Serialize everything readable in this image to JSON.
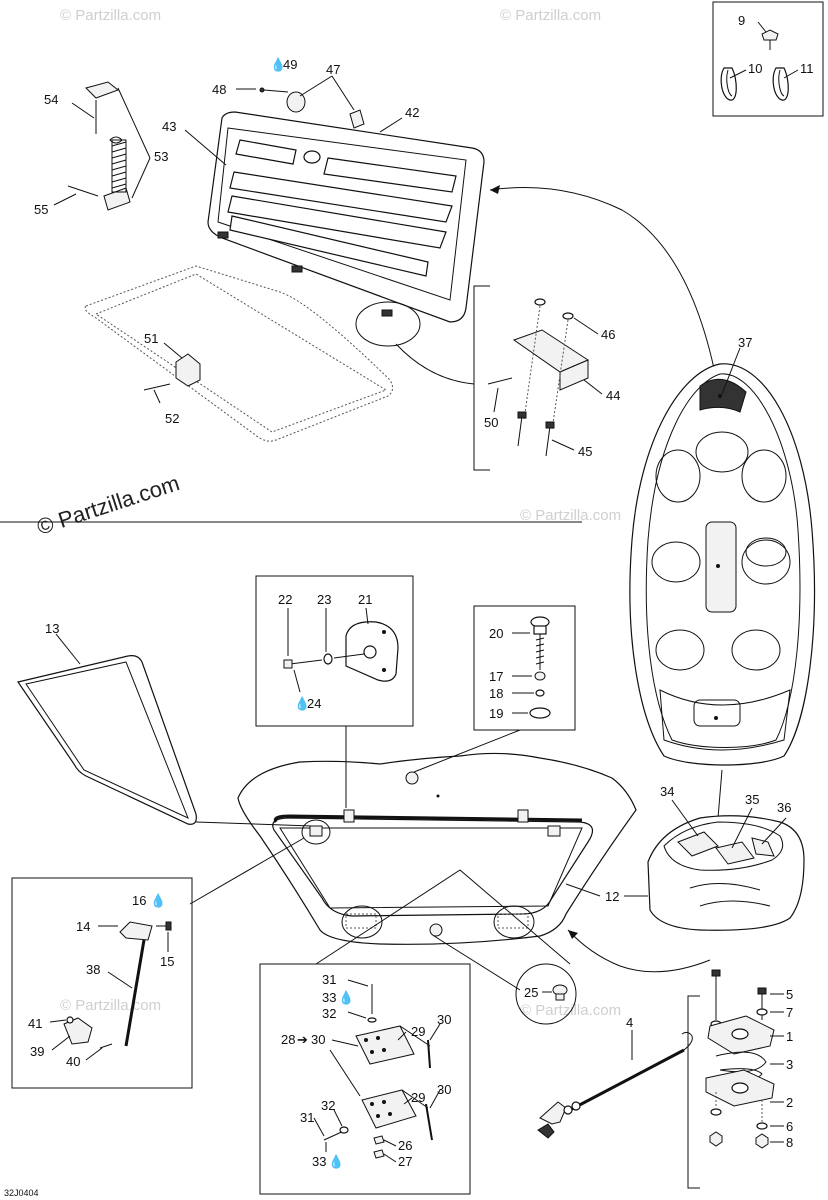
{
  "watermark": {
    "main": "© Partzilla.com",
    "faint": "© Partzilla.com"
  },
  "diagram_code": "32J0404",
  "callouts": {
    "c1": "1",
    "c2": "2",
    "c3": "3",
    "c4": "4",
    "c5": "5",
    "c6": "6",
    "c7": "7",
    "c8": "8",
    "c9": "9",
    "c10": "10",
    "c11": "11",
    "c12": "12",
    "c13": "13",
    "c14": "14",
    "c15": "15",
    "c16": "16",
    "c17": "17",
    "c18": "18",
    "c19": "19",
    "c20": "20",
    "c21": "21",
    "c22": "22",
    "c23": "23",
    "c24": "24",
    "c25": "25",
    "c26": "26",
    "c27": "27",
    "c28": "28",
    "c29a": "29",
    "c29b": "29",
    "c30": "30",
    "c30a": "30",
    "c30b": "30",
    "c31a": "31",
    "c31b": "31",
    "c32a": "32",
    "c32b": "32",
    "c33a": "33",
    "c33b": "33",
    "c34": "34",
    "c35": "35",
    "c36": "36",
    "c37": "37",
    "c38": "38",
    "c39": "39",
    "c40": "40",
    "c41": "41",
    "c42": "42",
    "c43": "43",
    "c44": "44",
    "c45": "45",
    "c46": "46",
    "c47": "47",
    "c48": "48",
    "c49": "49",
    "c50": "50",
    "c51": "51",
    "c52": "52",
    "c53": "53",
    "c54": "54",
    "c55": "55"
  },
  "symbols": {
    "drop": "💧",
    "arrow": "➔"
  }
}
